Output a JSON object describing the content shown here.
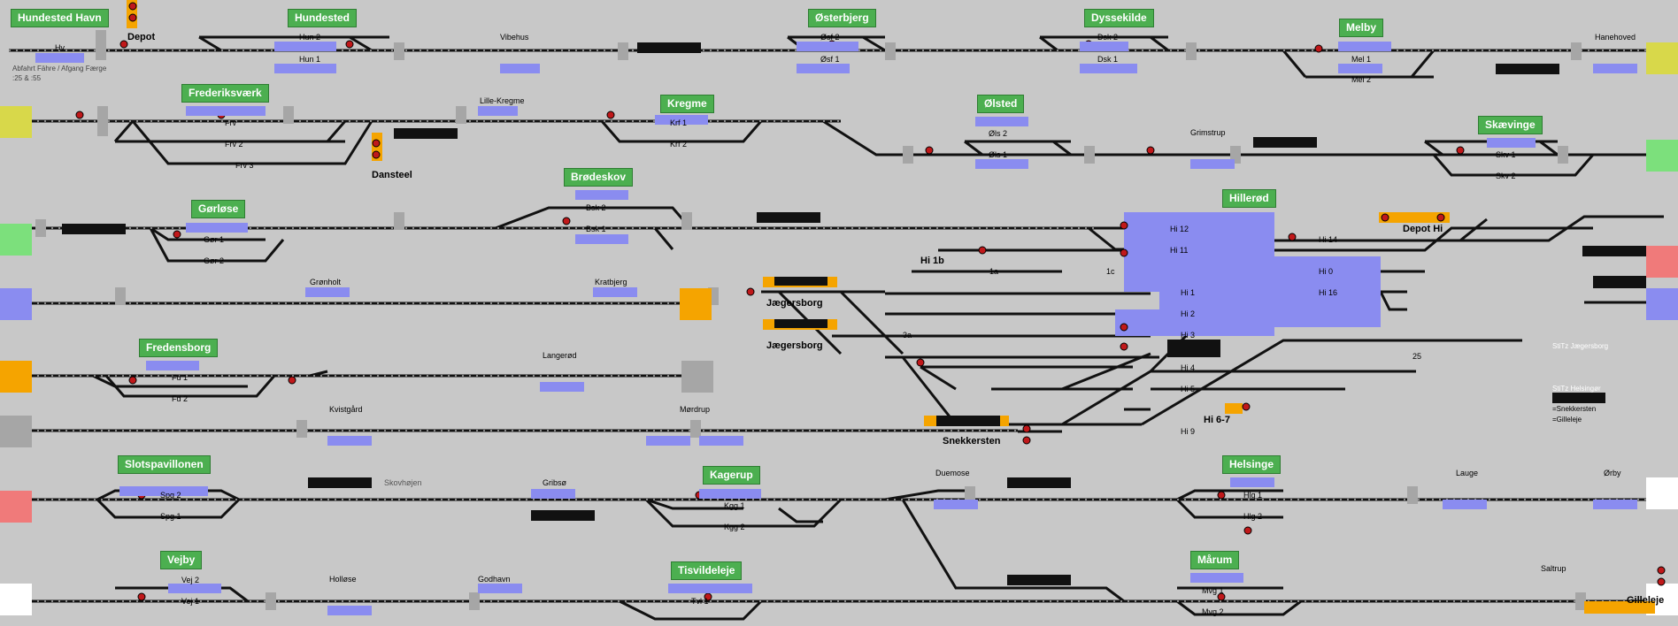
{
  "stations": [
    {
      "name": "Hundested Havn"
    },
    {
      "name": "Hundested"
    },
    {
      "name": "Østerbjerg"
    },
    {
      "name": "Dyssekilde"
    },
    {
      "name": "Melby"
    },
    {
      "name": "Frederiksværk"
    },
    {
      "name": "Kregme"
    },
    {
      "name": "Ølsted"
    },
    {
      "name": "Skævinge"
    },
    {
      "name": "Brødeskov"
    },
    {
      "name": "Hillerød"
    },
    {
      "name": "Gørløse"
    },
    {
      "name": "Fredensborg"
    },
    {
      "name": "Slotspavillonen"
    },
    {
      "name": "Kagerup"
    },
    {
      "name": "Helsinge"
    },
    {
      "name": "Vejby"
    },
    {
      "name": "Tisvildeleje"
    },
    {
      "name": "Mårum"
    }
  ],
  "stops": [
    "Vibehus",
    "Hanehoved",
    "Lille-Kregme",
    "Grimstrup",
    "Grønholt",
    "Kratbjerg",
    "Langerød",
    "Kvistgård",
    "Mørdrup",
    "Skovhøjen",
    "Gribsø",
    "Duemose",
    "Lauge",
    "Ørby",
    "Holløse",
    "Godhavn",
    "Saltrup"
  ],
  "depots": [
    "Depot",
    "Dansteel",
    "Jægersborg",
    "Jægersborg",
    "Depot Hi",
    "Snekkersten",
    "Gilleleje",
    "Hi 1b",
    "Hi 6-7"
  ],
  "tracks": [
    "Hv",
    "Hun 2",
    "Hun 1",
    "Øsf 2",
    "Øsf 1",
    "Dsk 2",
    "Dsk 1",
    "Mel 1",
    "Mel 2",
    "Frv",
    "Frv 2",
    "Frv 3",
    "Krf 1",
    "Krf 2",
    "Øls 2",
    "Øls 1",
    "Skv 1",
    "Skv 2",
    "Bsk 2",
    "Bsk 1",
    "Gør 1",
    "Gør 2",
    "Hi 12",
    "Hi 11",
    "Hi 14",
    "Hi 0",
    "Hi 16",
    "Hi 1",
    "Hi 2",
    "Hi 3",
    "Hi 4",
    "Hi 5",
    "Hi 9",
    "Fd 1",
    "Fd 2",
    "Spg 2",
    "Spg 1",
    "Kgg 1",
    "Kgg 2",
    "Hlg 1",
    "Hlg 2",
    "Vej 2",
    "Vej 1",
    "Tvl 1",
    "Mvg 1",
    "Mvg 2",
    "1a",
    "1c",
    "3a",
    "25"
  ],
  "notes": {
    "ferry_title": "Abfahrt Fähre / Afgang Færge",
    "ferry_times": ":25 & :55",
    "stritz_jaegersborg": "StiTz Jægersborg",
    "stritz_helsingor": "StiTz Helsingør",
    "legend_1": "=Snekkersten",
    "legend_2": "=Gilleleje"
  },
  "colors": {
    "background": "#c8c8c8",
    "station": "#4caf50",
    "platform": "#8a8cf0",
    "depot": "#f5a400",
    "signal": "#c0181a",
    "track": "#111111"
  }
}
